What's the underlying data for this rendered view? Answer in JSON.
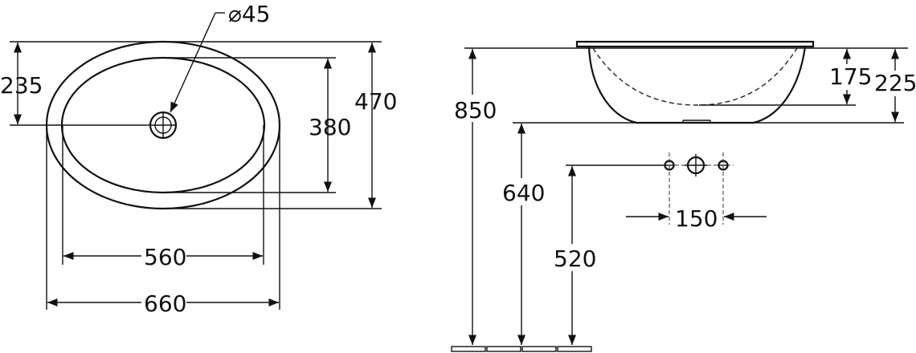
{
  "colors": {
    "ink": "#111111",
    "background": "#ffffff"
  },
  "top_view": {
    "drain_diameter": "⌀45",
    "outer_width": "660",
    "inner_width": "560",
    "outer_depth": "470",
    "inner_depth": "380",
    "drain_offset": "235"
  },
  "side_view": {
    "rim_height": "850",
    "bowl_bottom_height": "640",
    "tap_height": "520",
    "tap_spacing": "150",
    "basin_depth_inner": "175",
    "basin_depth_outer": "225"
  }
}
